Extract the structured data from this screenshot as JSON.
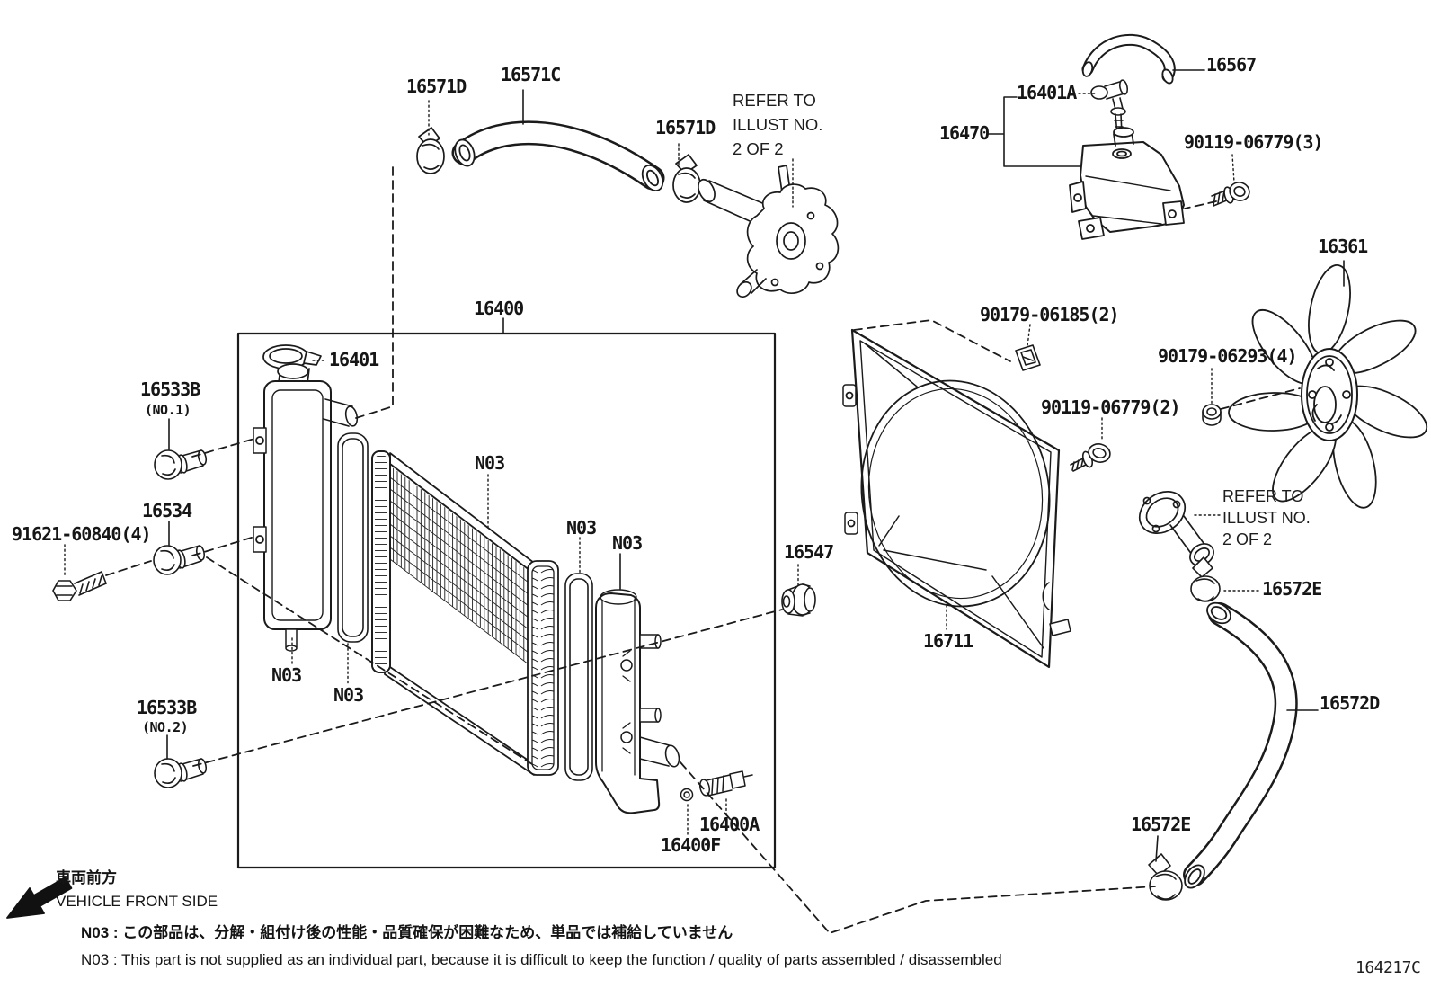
{
  "diagram_code": "164217C",
  "front_side": {
    "jp": "車両前方",
    "en": "VEHICLE FRONT SIDE"
  },
  "notes": {
    "jp": "N03 : この部品は、分解・組付け後の性能・品質確保が困難なため、単品では補給していません",
    "en": "N03 : This part is not supplied as an individual part, because it is difficult to keep the function / quality of parts assembled / disassembled"
  },
  "refer_note": {
    "l1": "REFER TO",
    "l2": "ILLUST NO.",
    "l3": "2 OF 2"
  },
  "parts": {
    "p16571d": "16571D",
    "p16571c": "16571C",
    "p16567": "16567",
    "p16401a": "16401A",
    "p16470": "16470",
    "p90119_06779_3": "90119-06779(3)",
    "p16361": "16361",
    "p90179_06185_2": "90179-06185(2)",
    "p90179_06293_4": "90179-06293(4)",
    "p90119_06779_2": "90119-06779(2)",
    "p16400": "16400",
    "p16401": "16401",
    "p16533b": "16533B",
    "no1": "(NO.1)",
    "no2": "(NO.2)",
    "p16534": "16534",
    "p91621_60840_4": "91621-60840(4)",
    "p16547": "16547",
    "p16711": "16711",
    "p16572e": "16572E",
    "p16572d": "16572D",
    "p16400a": "16400A",
    "p16400f": "16400F",
    "n03": "N03"
  }
}
